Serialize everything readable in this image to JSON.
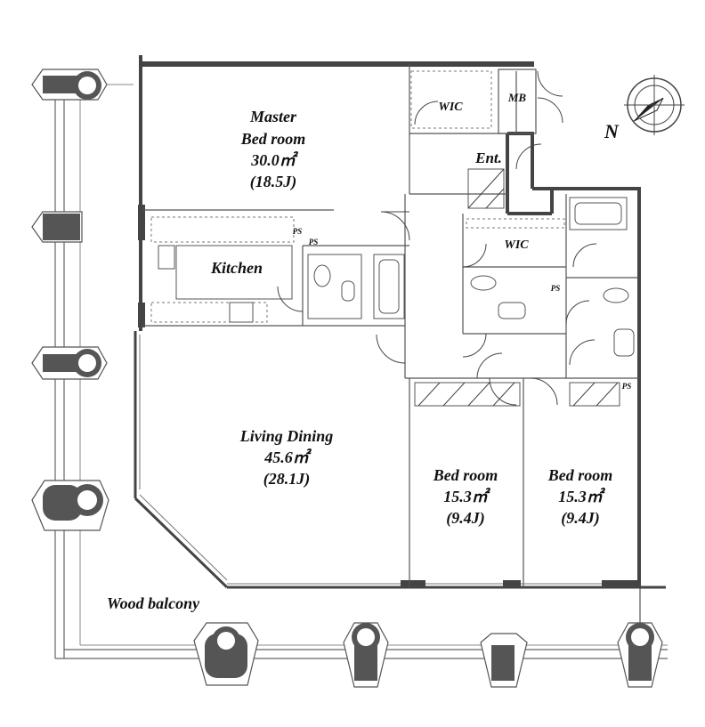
{
  "rooms": {
    "master": {
      "name_line1": "Master",
      "name_line2": "Bed room",
      "area": "30.0㎡",
      "tatami": "(18.5J)"
    },
    "kitchen": {
      "name": "Kitchen"
    },
    "living": {
      "name": "Living Dining",
      "area": "45.6㎡",
      "tatami": "(28.1J)"
    },
    "bed1": {
      "name": "Bed room",
      "area": "15.3㎡",
      "tatami": "(9.4J)"
    },
    "bed2": {
      "name": "Bed room",
      "area": "15.3㎡",
      "tatami": "(9.4J)"
    },
    "wic_top": "WIC",
    "wic_mid": "WIC",
    "mb": "MB",
    "ent": "Ent.",
    "ps1": "PS",
    "ps2": "PS",
    "ps3": "PS",
    "ps4": "PS"
  },
  "balcony": "Wood balcony",
  "compass": {
    "label": "N",
    "icon": "north-arrow-icon"
  },
  "colors": {
    "wall": "#444444",
    "column": "#555555"
  }
}
